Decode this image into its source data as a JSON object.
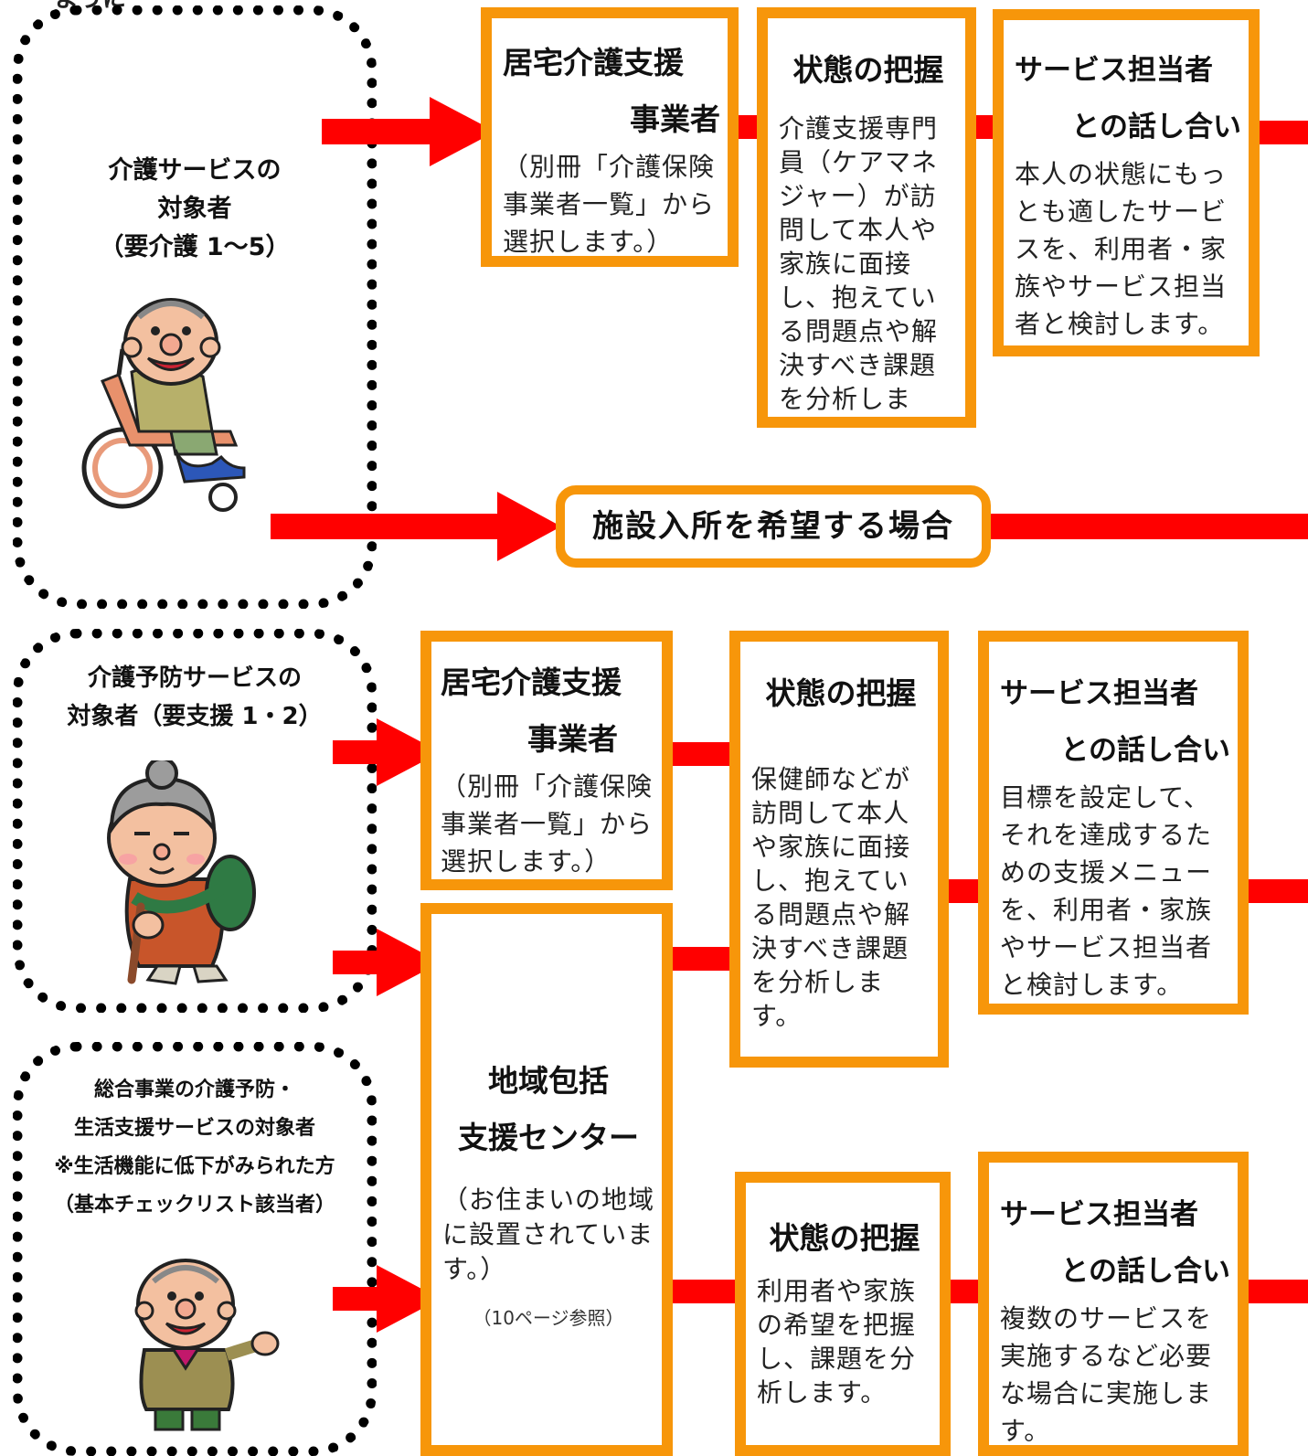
{
  "colors": {
    "box_border": "#f7960a",
    "arrow": "#ff0000",
    "dots": "#000000"
  },
  "top_fragment": "ように",
  "groups": {
    "care": {
      "lines": [
        "介護サービスの",
        "対象者",
        "（要介護 1～5）"
      ],
      "figure": "wheelchair-elder-icon"
    },
    "prevention": {
      "lines": [
        "介護予防サービスの",
        "対象者（要支援 1・2）"
      ],
      "figure": "elderly-woman-cane-icon"
    },
    "general": {
      "lines": [
        "総合事業の介護予防・",
        "生活支援サービスの対象者",
        "※生活機能に低下がみられた方",
        "（基本チェックリスト該当者）"
      ],
      "figure": "elder-thumbs-up-icon"
    }
  },
  "row1": {
    "provider": {
      "title_1": "居宅介護支援",
      "title_2": "事業者",
      "body": "（別冊「介護保険事業者一覧」から選択します。）"
    },
    "assessment": {
      "title": "状態の把握",
      "body": "介護支援専門員（ケアマネジャー）が訪問して本人や家族に面接し、抱えている問題点や解決すべき課題を分析します。"
    },
    "meeting": {
      "title_1": "サービス担当者",
      "title_2": "との話し合い",
      "body": "本人の状態にもっとも適したサービスを、利用者・家族やサービス担当者と検討します。"
    }
  },
  "facility": {
    "label": "施設入所を希望する場合"
  },
  "row2": {
    "provider": {
      "title_1": "居宅介護支援",
      "title_2": "事業者",
      "body": "（別冊「介護保険事業者一覧」から選択します。）"
    },
    "assessment": {
      "title": "状態の把握",
      "body": "保健師などが訪問して本人や家族に面接し、抱えている問題点や解決すべき課題を分析します。"
    },
    "meeting": {
      "title_1": "サービス担当者",
      "title_2": "との話し合い",
      "body": "目標を設定して、それを達成するための支援メニューを、利用者・家族やサービス担当者と検討します。"
    }
  },
  "center": {
    "title_1": "地域包括",
    "title_2": "支援センター",
    "body": "（お住まいの地域に設置されています。）",
    "note": "（10ページ参照）"
  },
  "row3": {
    "assessment": {
      "title": "状態の把握",
      "body": "利用者や家族の希望を把握し、課題を分析します。"
    },
    "meeting": {
      "title_1": "サービス担当者",
      "title_2": "との話し合い",
      "body": "複数のサービスを実施するなど必要な場合に実施します。"
    }
  }
}
